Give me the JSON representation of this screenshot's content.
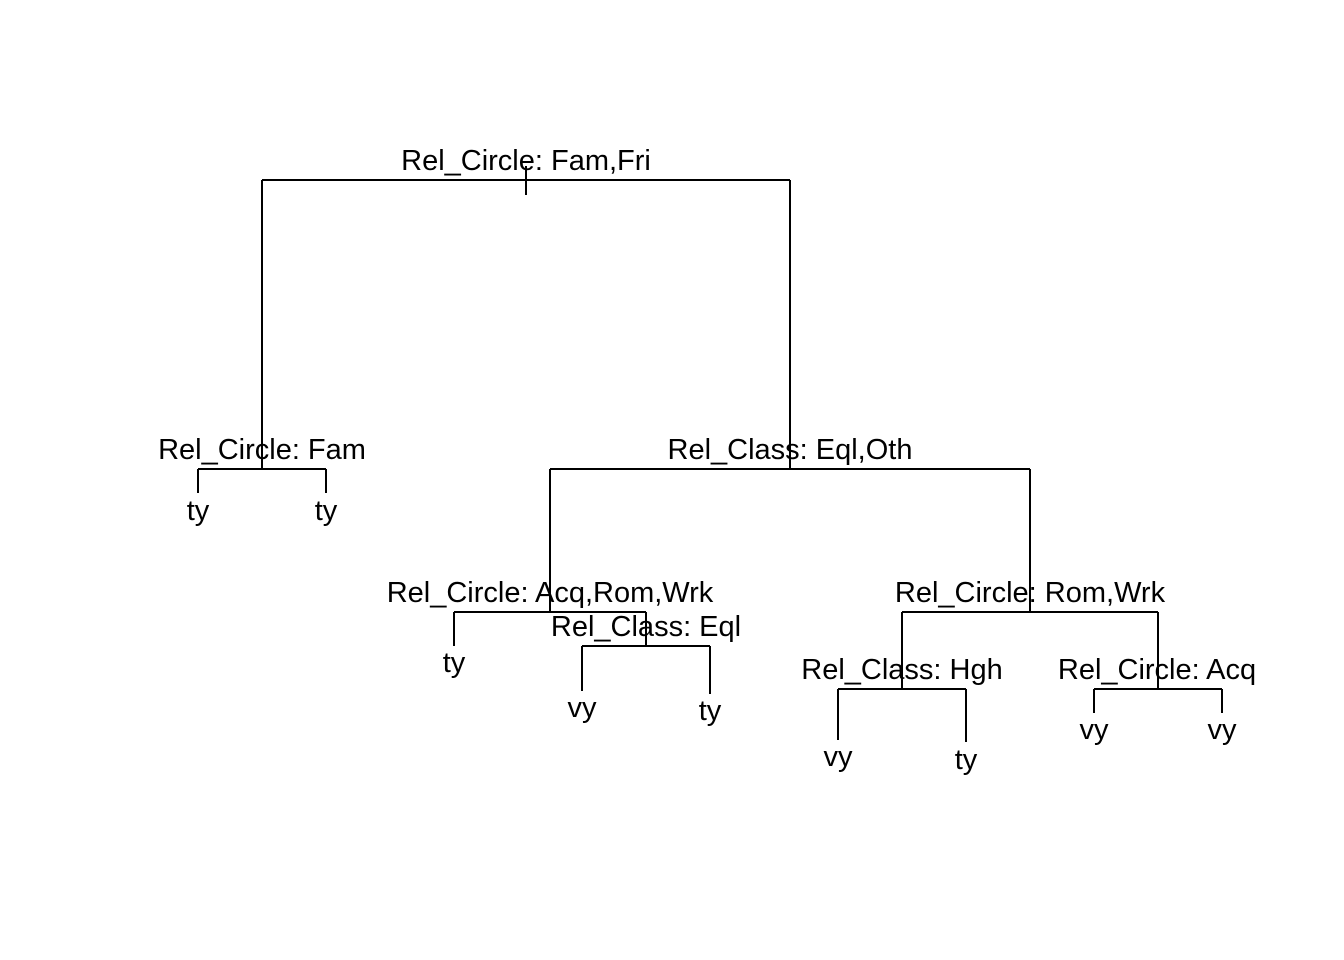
{
  "tree": {
    "root": {
      "label": "Rel_Circle: Fam,Fri",
      "left": {
        "label": "Rel_Circle: Fam",
        "left": {
          "leaf": "ty"
        },
        "right": {
          "leaf": "ty"
        }
      },
      "right": {
        "label": "Rel_Class: Eql,Oth",
        "left": {
          "label": "Rel_Circle: Acq,Rom,Wrk",
          "left": {
            "leaf": "ty"
          },
          "right": {
            "label": "Rel_Class: Eql",
            "left": {
              "leaf": "vy"
            },
            "right": {
              "leaf": "ty"
            }
          }
        },
        "right": {
          "label": "Rel_Circle: Rom,Wrk",
          "left": {
            "label": "Rel_Class: Hgh",
            "left": {
              "leaf": "vy"
            },
            "right": {
              "leaf": "ty"
            }
          },
          "right": {
            "label": "Rel_Circle: Acq",
            "left": {
              "leaf": "vy"
            },
            "right": {
              "leaf": "vy"
            }
          }
        }
      }
    }
  }
}
